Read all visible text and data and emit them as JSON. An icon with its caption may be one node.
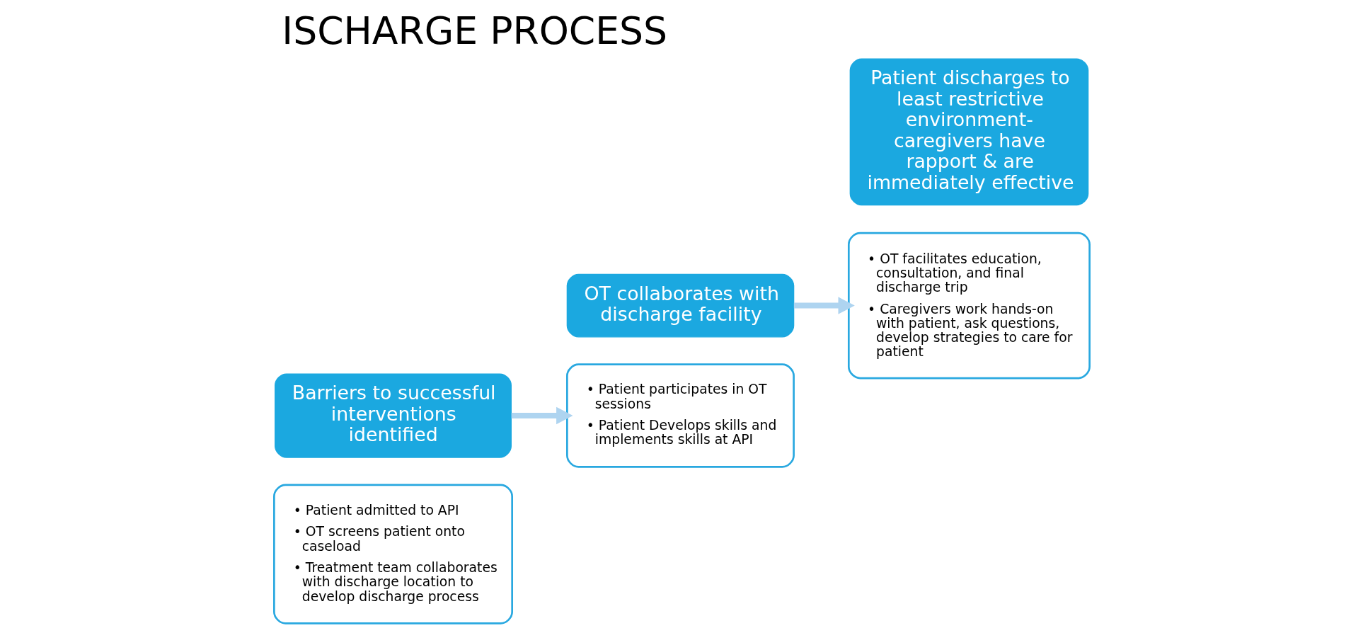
{
  "diagram": {
    "title": "ISCHARGE PROCESS",
    "nodes": [
      {
        "text": [
          "• Patient admitted to API",
          "• OT screens patient onto caseload",
          "• Treatment team collaborates with discharge location to develop discharge process"
        ]
      },
      {
        "text": [
          "Barriers to successful interventions identified"
        ]
      },
      {
        "text": [
          "• Patient participates in OT sessions",
          "• Patient Develops skills and implements skills at API"
        ]
      },
      {
        "text": [
          "OT collaborates with discharge facility"
        ]
      },
      {
        "text": [
          "• OT facilitates education, consultation, and final discharge trip",
          "• Caregivers work hands-on with patient, ask questions, develop strategies to care for patient"
        ]
      },
      {
        "text": [
          "Patient discharges to least restrictive environment- caregivers have rapport & are immediately effective"
        ]
      }
    ],
    "edges": [
      {
        "from": 1,
        "to": 2,
        "arrow": "to",
        "color": "#aed4f0"
      },
      {
        "from": 3,
        "to": 4,
        "arrow": "to",
        "color": "#aed4f0"
      }
    ]
  }
}
